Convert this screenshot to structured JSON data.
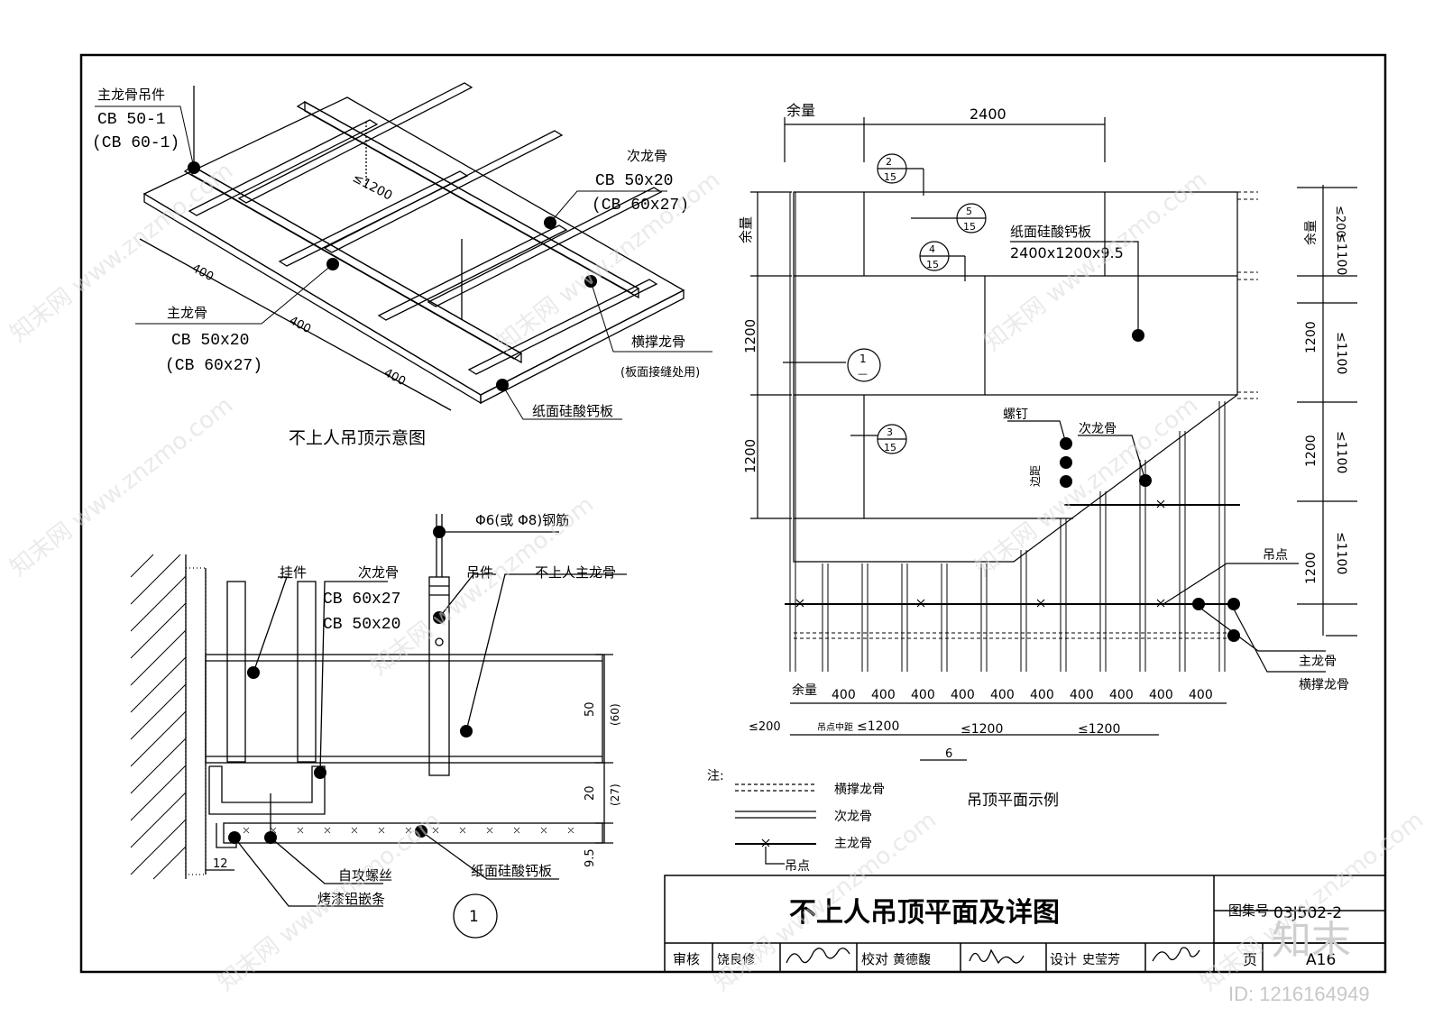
{
  "iso_view": {
    "title": "不上人吊顶示意图",
    "main_hanger": {
      "name": "主龙骨吊件",
      "spec1": "CB 50-1",
      "spec2": "(CB 60-1)"
    },
    "secondary_keel": {
      "name": "次龙骨",
      "spec1": "CB 50x20",
      "spec2": "(CB 60x27)"
    },
    "main_keel": {
      "name": "主龙骨",
      "spec1": "CB 50x20",
      "spec2": "(CB 60x27)"
    },
    "cross_keel": {
      "name": "横撑龙骨",
      "note": "(板面接缝处用)"
    },
    "board": "纸面硅酸钙板",
    "spacing": "≤1200",
    "dims": [
      "400",
      "400",
      "400"
    ]
  },
  "plan_view": {
    "title": "吊顶平面示例",
    "top_margin": "余量",
    "top_dim": "2400",
    "left_margin": "余量",
    "left_dims": [
      "1200",
      "1200"
    ],
    "board_label": "纸面硅酸钙板",
    "board_size": "2400x1200x9.5",
    "screw": "螺钉",
    "edge": "边距",
    "sec_keel": "次龙骨",
    "hang_point": "吊点",
    "main_keel": "主龙骨",
    "cross_keel": "横撑龙骨",
    "right_top": "≤200",
    "right_margin": "余量",
    "right_dims": [
      "≤1100",
      "1200",
      "≤1100",
      "1200",
      "≤1100",
      "1200",
      "≤1100"
    ],
    "bottom_margin": "余量",
    "bottom_dims": [
      "400",
      "400",
      "400",
      "400",
      "400",
      "400",
      "400",
      "400",
      "400",
      "400"
    ],
    "bottom2": [
      "≤200",
      "吊点中距",
      "≤1200",
      "≤1200",
      "≤1200"
    ],
    "six": "6",
    "callouts": [
      {
        "top": "2",
        "bottom": "15"
      },
      {
        "top": "5",
        "bottom": "15"
      },
      {
        "top": "4",
        "bottom": "15"
      },
      {
        "top": "1",
        "bottom": "—"
      },
      {
        "top": "3",
        "bottom": "15"
      }
    ]
  },
  "legend": {
    "note": "注:",
    "items": [
      "横撑龙骨",
      "次龙骨",
      "主龙骨",
      "吊点"
    ]
  },
  "detail": {
    "rebar": "Φ6(或 Φ8)钢筋",
    "pendant": "挂件",
    "sec_keel": "次龙骨",
    "sec_spec1": "CB 60x27",
    "sec_spec2": "CB 50x20",
    "hanger": "吊件",
    "main_keel": "不上人主龙骨",
    "dims": [
      "50",
      "(60)",
      "20",
      "(27)",
      "9.5"
    ],
    "w12": "12",
    "screw": "自攻螺丝",
    "strip": "烤漆铝嵌条",
    "board": "纸面硅酸钙板",
    "number": "1"
  },
  "title_block": {
    "title": "不上人吊顶平面及详图",
    "atlas_label": "图集号",
    "atlas_no": "03J502-2",
    "review_label": "审核",
    "reviewer": "饶良修",
    "check_label": "校对",
    "checker": "黄德馥",
    "design_label": "设计",
    "designer": "史莹芳",
    "page_label": "页",
    "page_no": "A16"
  },
  "watermark": "知末网 www.znzmo.com",
  "brand": "知末",
  "image_id": "ID: 1216164949"
}
